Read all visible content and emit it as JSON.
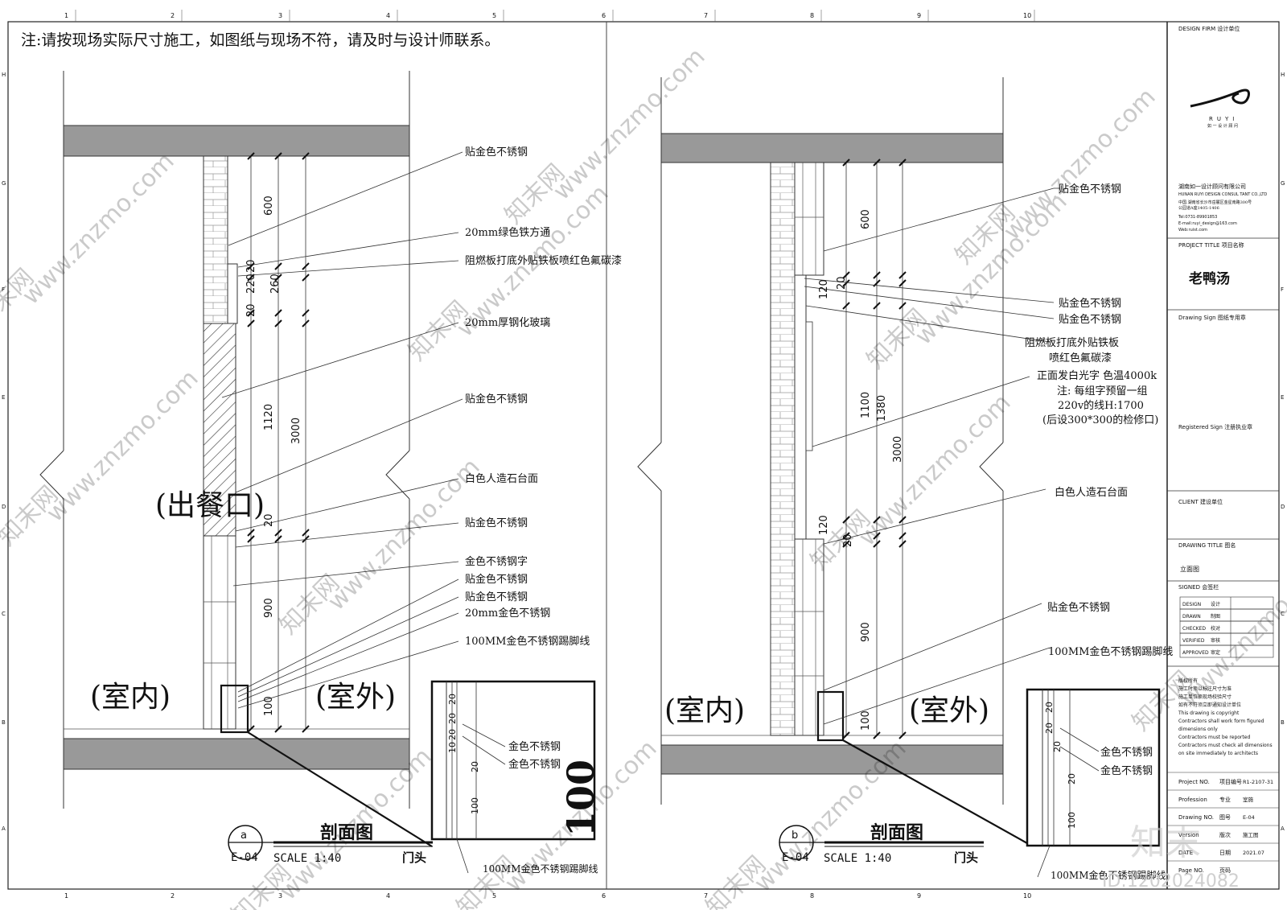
{
  "note": "注:请按现场实际尺寸施工，如图纸与现场不符，请及时与设计师联系。",
  "grid_top": [
    "1",
    "2",
    "3",
    "4",
    "5",
    "6",
    "7",
    "8",
    "9",
    "10"
  ],
  "grid_side": [
    "H",
    "G",
    "F",
    "E",
    "D",
    "C",
    "B",
    "A"
  ],
  "left": {
    "callouts": [
      "贴金色不锈钢",
      "20mm绿色铁方通",
      "阻燃板打底外贴铁板喷红色氟碳漆",
      "20mm厚钢化玻璃",
      "贴金色不锈钢",
      "白色人造石台面",
      "贴金色不锈钢",
      "金色不锈钢字",
      "贴金色不锈钢",
      "贴金色不锈钢",
      "20mm金色不锈钢",
      "100MM金色不锈钢踢脚线"
    ],
    "dims": [
      "600",
      "20",
      "220",
      "260",
      "20",
      "1120",
      "3000",
      "20",
      "900",
      "100"
    ],
    "chucankou": "(出餐口)",
    "indoor": "(室内)",
    "outdoor": "(室外)",
    "detail_dims": [
      "20",
      "20",
      "20",
      "10",
      "20",
      "100"
    ],
    "detail_notes": [
      "金色不锈钢",
      "金色不锈钢"
    ],
    "detail_big": "100",
    "bottom_note": "100MM金色不锈钢踢脚线",
    "title": "剖面图",
    "label_letter": "a",
    "label_sheet": "E-04",
    "scale": "SCALE 1:40",
    "subject": "门头"
  },
  "right": {
    "callouts": [
      "贴金色不锈钢",
      "贴金色不锈钢",
      "贴金色不锈钢",
      "阻燃板打底外贴铁板",
      "喷红色氟碳漆",
      "正面发白光字 色温4000k",
      "注: 每组字预留一组",
      "220v的线H:1700",
      "(后设300*300的检修口)",
      "白色人造石台面",
      "贴金色不锈钢",
      "100MM金色不锈钢踢脚线"
    ],
    "dims": [
      "600",
      "120",
      "20",
      "1100",
      "1380",
      "3000",
      "120",
      "20",
      "900",
      "100"
    ],
    "indoor": "(室内)",
    "outdoor": "(室外)",
    "detail_dims": [
      "20",
      "20",
      "20",
      "20",
      "100"
    ],
    "detail_notes": [
      "金色不锈钢",
      "金色不锈钢"
    ],
    "bottom_note": "100MM金色不锈钢踢脚线",
    "title": "剖面图",
    "label_letter": "b",
    "label_sheet": "E-04",
    "scale": "SCALE 1:40",
    "subject": "门头"
  },
  "titleblock": {
    "design_firm": "DESIGN FIRM  设计单位",
    "logo": "RUYI",
    "logo_sub": "如 一 设 计 顾 问",
    "company_cn": "湖南如一设计顾问有限公司",
    "company_en": "HUNAN RUYI DESIGN CONSUL TANT CO.,LTD",
    "address1": "中国.湖南省长沙市岳麓区金星南路300号",
    "address2": "公园道A座1405-1406",
    "tel": "Tel:0731-89901853",
    "email": "E-mail:ruyi_design@163.com",
    "web": "Web:ruist.com",
    "project_title_label": "PROJECT TITLE  项目名称",
    "project_name": "老鸭汤",
    "drawing_sign": "Drawing Sign  图纸专用章",
    "registered_sign": "Registered Sign  注册执业章",
    "client": "CLIENT  建设单位",
    "drawing_title_label": "DRAWING TITLE  图名",
    "drawing_title": "立面图",
    "signed": "SIGNED   会签栏",
    "sign_rows": [
      {
        "en": "DESIGN",
        "cn": "设计"
      },
      {
        "en": "DRAWN",
        "cn": "制图"
      },
      {
        "en": "CHECKED",
        "cn": "校对"
      },
      {
        "en": "VERIFIED",
        "cn": "审核"
      },
      {
        "en": "APPROVED",
        "cn": "审定"
      }
    ],
    "notes": [
      "版权所有",
      "施工时须以标注尺寸为准",
      "施工单位须现场校验尺寸",
      "如有不符须立即通知设计单位",
      "This drawing is copyright",
      "Contractors shall work form figured",
      "dimensions only",
      "Contractors must be reported",
      "Contractors must check all dimensions",
      "on site immediately to architects"
    ],
    "info_rows": [
      {
        "en": "Project NO.",
        "cn": "项目编号",
        "val": "R1-2107-31"
      },
      {
        "en": "Profession",
        "cn": "专业",
        "val": "室施"
      },
      {
        "en": "Drawing NO.",
        "cn": "图号",
        "val": "E-04"
      },
      {
        "en": "Version",
        "cn": "版次",
        "val": "施工图"
      },
      {
        "en": "DATE",
        "cn": "日期",
        "val": "2021.07"
      },
      {
        "en": "Page NO.",
        "cn": "页码",
        "val": ""
      }
    ]
  },
  "watermark": {
    "site": "www.znzmo.com",
    "brand": "知末网",
    "corner_logo": "知末",
    "id": "ID:1202024082"
  }
}
